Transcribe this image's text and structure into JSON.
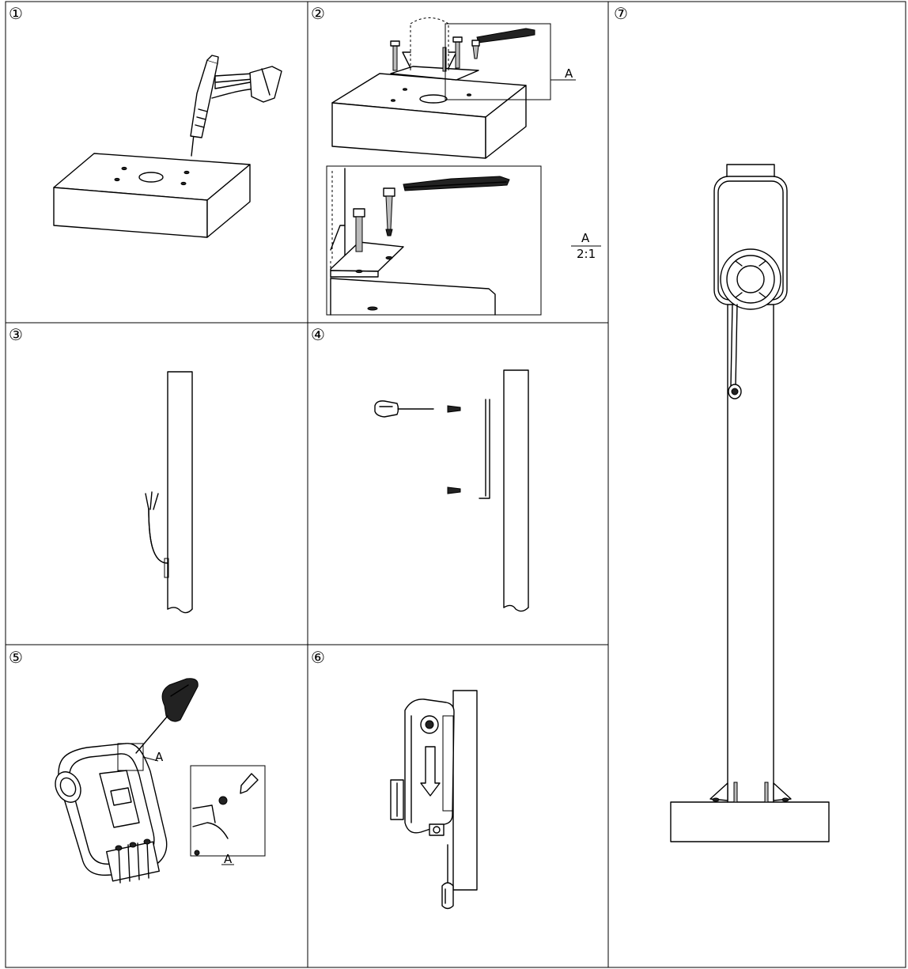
{
  "steps": [
    {
      "number": "①",
      "label": "step-1-drill-base"
    },
    {
      "number": "②",
      "label": "step-2-anchor-bolts"
    },
    {
      "number": "③",
      "label": "step-3-route-cable"
    },
    {
      "number": "④",
      "label": "step-4-mount-bracket"
    },
    {
      "number": "⑤",
      "label": "step-5-open-charger"
    },
    {
      "number": "⑥",
      "label": "step-6-hang-charger"
    },
    {
      "number": "⑦",
      "label": "step-7-complete"
    }
  ],
  "detail_callout": {
    "letter": "A",
    "scale": "2:1"
  },
  "colors": {
    "line": "#000000",
    "background": "#ffffff",
    "fill_gray": "#bbbbbb"
  }
}
